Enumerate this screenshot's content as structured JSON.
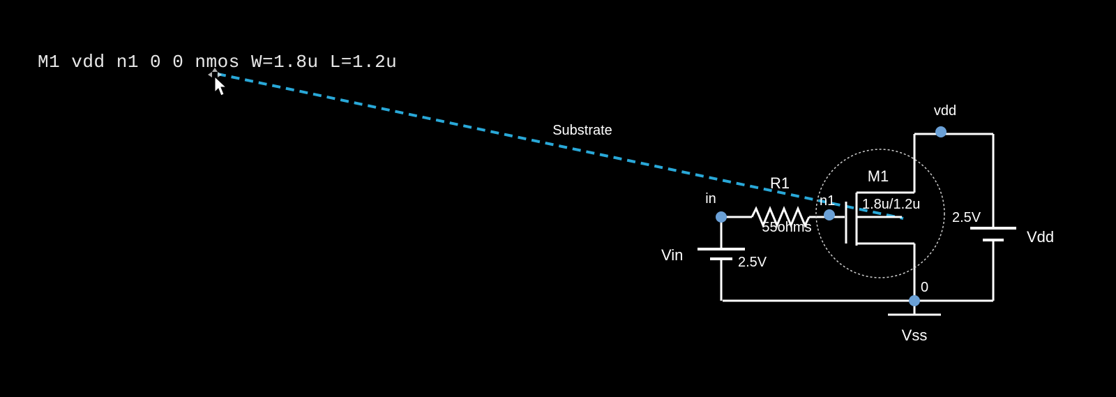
{
  "netlist_line": "M1 vdd n1 0 0 nmos W=1.8u L=1.2u",
  "callout": {
    "label": "Substrate",
    "color": "#29a8d8"
  },
  "labels": {
    "vdd_node": "vdd",
    "m1_name": "M1",
    "m1_size": "1.8u/1.2u",
    "r1_name": "R1",
    "r1_value": "55ohms",
    "in_node": "in",
    "n1_node": "n1",
    "vin_name": "Vin",
    "vin_value": "2.5V",
    "vdd_source_value": "2.5V",
    "vdd_source_name": "Vdd",
    "ground_node": "0",
    "vss_name": "Vss"
  },
  "colors": {
    "background": "#000000",
    "wire": "#ffffff",
    "node_dot": "#6aa0d6",
    "text": "#ffffff",
    "circle": "#cfcfcf"
  }
}
